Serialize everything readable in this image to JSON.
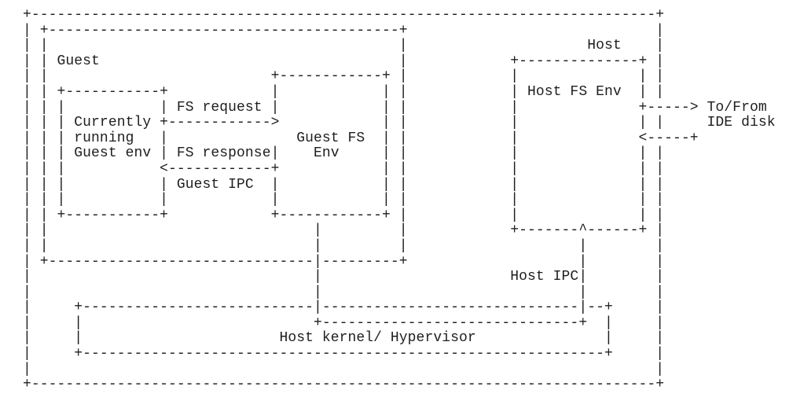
{
  "diagram": {
    "type": "ascii-architecture-diagram",
    "background_color": "#ffffff",
    "text_color": "#1e1e1e",
    "labels": [
      "Guest",
      "Currently running Guest env",
      "FS request",
      "FS response",
      "Guest IPC",
      "Guest FS Env",
      "Host",
      "Host FS Env",
      "To/From IDE disk",
      "Host IPC",
      "Host kernel/ Hypervisor"
    ],
    "lines": [
      "+-------------------------------------------------------------------------+",
      "| +-----------------------------------------+                             |",
      "| |                                         |                     Host    |",
      "| | Guest                                   |            +--------------+ |",
      "| |                          +------------+ |            |              | |",
      "| | +-----------+            |            | |            | Host FS Env  | |",
      "| | |           | FS request |            | |            |              +-----> To/From",
      "| | | Currently +------------>            | |            |              | |     IDE disk",
      "| | | running   |               Guest FS  | |            |              <-----+",
      "| | | Guest env | FS response|    Env     | |            |              | |",
      "| | |           <------------+            | |            |              | |",
      "| | |           | Guest IPC  |            | |            |              | |",
      "| | |           |            |            | |            |              | |",
      "| | +-----------+            +------------+ |            |              | |",
      "| |                               |         |            +-------^------+ |",
      "| |                               |         |                    |        |",
      "| +-------------------------------|---------+                    |        |",
      "|                                 |                      Host IPC|        |",
      "|                                 |                              |        |",
      "|     +---------------------------|------------------------------|--+     |",
      "|     |                           +------------------------------+  |     |",
      "|     |                       Host kernel/ Hypervisor               |     |",
      "|     +-------------------------------------------------------------+     |",
      "|                                                                         |",
      "+-------------------------------------------------------------------------+"
    ]
  }
}
